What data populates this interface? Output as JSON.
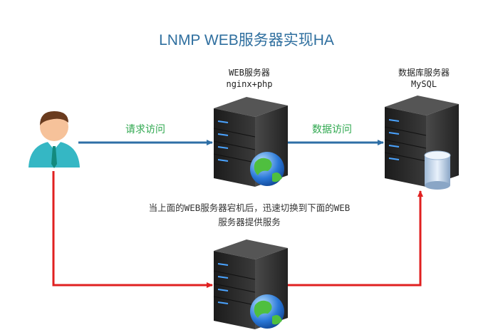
{
  "title": "LNMP WEB服务器实现HA",
  "web_server": {
    "line1": "WEB服务器",
    "line2": "nginx+php"
  },
  "db_server": {
    "line1": "数据库服务器",
    "line2": "MySQL"
  },
  "edges": {
    "request": "请求访问",
    "data": "数据访问"
  },
  "note": {
    "line1": "当上面的WEB服务器宕机后，迅速切换到下面的WEB",
    "line2": "服务器提供服务"
  },
  "colors": {
    "primary_arrow": "#2e6fa6",
    "failover_arrow": "#e02020",
    "label_green": "#2fa84f",
    "title": "#2f6f9f"
  }
}
